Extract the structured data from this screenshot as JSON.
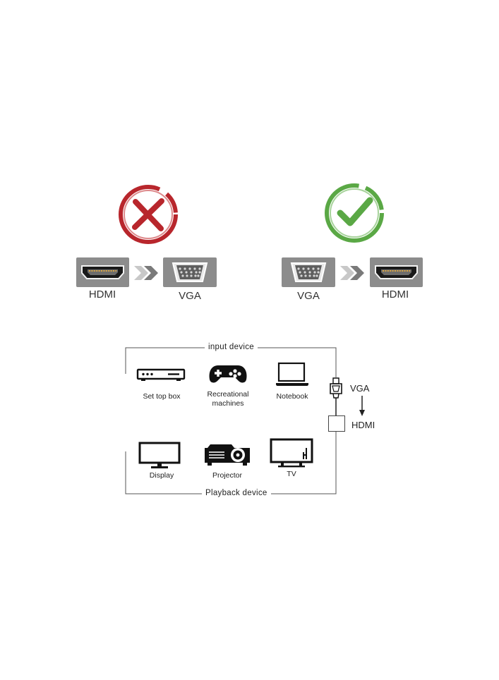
{
  "wrong_example": {
    "icon": "red-cross-circle-icon",
    "color": "#b8262c",
    "from_label": "HDMI",
    "to_label": "VGA"
  },
  "right_example": {
    "icon": "green-check-circle-icon",
    "color": "#5aa845",
    "from_label": "VGA",
    "to_label": "HDMI"
  },
  "diagram": {
    "input_title": "input device",
    "playback_title": "Playback device",
    "input_devices": [
      {
        "icon": "set-top-box-icon",
        "label": "Set top box"
      },
      {
        "icon": "gamepad-icon",
        "label": "Recreational machines"
      },
      {
        "icon": "notebook-icon",
        "label": "Notebook"
      }
    ],
    "playback_devices": [
      {
        "icon": "display-icon",
        "label": "Display"
      },
      {
        "icon": "projector-icon",
        "label": "Projector"
      },
      {
        "icon": "tv-icon",
        "label": "TV"
      }
    ],
    "adapter": {
      "from": "VGA",
      "to": "HDMI"
    }
  }
}
